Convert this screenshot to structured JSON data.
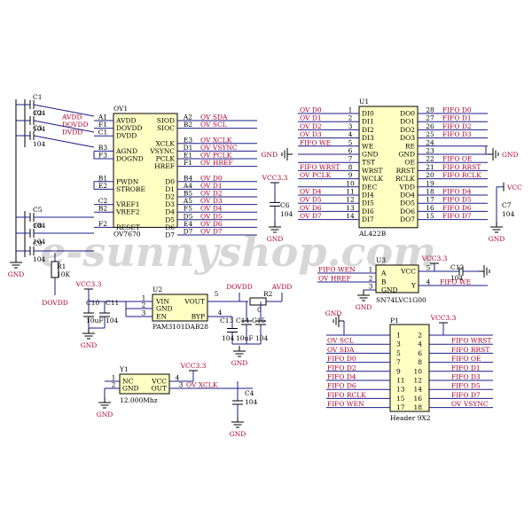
{
  "watermark": "e-sunnyshop.com",
  "colors": {
    "net_label": "#b0002a",
    "wire": "#1b1b8a",
    "chip_fill": "#ffffc4"
  },
  "ov7670": {
    "ref": "OV1",
    "part": "OV7670",
    "left_pins": [
      {
        "num": "A1",
        "name": "AVDD",
        "net": "AVDD"
      },
      {
        "num": "F1",
        "name": "DOVDD",
        "net": "DOVDD"
      },
      {
        "num": "C1",
        "name": "DVDD",
        "net": "DVDD"
      },
      {
        "num": "B3",
        "name": "AGND",
        "net": ""
      },
      {
        "num": "F3",
        "name": "DOGND",
        "net": ""
      },
      {
        "num": "B1",
        "name": "PWDN",
        "net": ""
      },
      {
        "num": "E2",
        "name": "STROBE",
        "net": ""
      },
      {
        "num": "C2",
        "name": "VREF1",
        "net": ""
      },
      {
        "num": "B2",
        "name": "VREF2",
        "net": ""
      },
      {
        "num": "F2",
        "name": "RESET",
        "net": ""
      }
    ],
    "right_pins": [
      {
        "num": "A2",
        "name": "SIOD",
        "net": "OV_SDA"
      },
      {
        "num": "B2",
        "name": "SIOC",
        "net": "OV_SCL"
      },
      {
        "num": "E3",
        "name": "XCLK",
        "net": "OV_XCLK"
      },
      {
        "num": "D1",
        "name": "VSYNC",
        "net": "OV_VSYNC"
      },
      {
        "num": "E1",
        "name": "PCLK",
        "net": "OV_PCLK"
      },
      {
        "num": "F1",
        "name": "HREF",
        "net": "OV_HREF"
      },
      {
        "num": "B4",
        "name": "D0",
        "net": "OV_D0"
      },
      {
        "num": "A4",
        "name": "D1",
        "net": "OV_D1"
      },
      {
        "num": "B5",
        "name": "D2",
        "net": "OV_D2"
      },
      {
        "num": "A5",
        "name": "D3",
        "net": "OV_D3"
      },
      {
        "num": "F5",
        "name": "D4",
        "net": "OV_D4"
      },
      {
        "num": "D5",
        "name": "D5",
        "net": "OV_D5"
      },
      {
        "num": "E4",
        "name": "D6",
        "net": "OV_D6"
      },
      {
        "num": "D7",
        "name": "D7",
        "net": "OV_D7"
      }
    ]
  },
  "caps_left": [
    {
      "ref": "C1",
      "value": "104"
    },
    {
      "ref": "C2",
      "value": "104"
    },
    {
      "ref": "C3",
      "value": "104"
    },
    {
      "ref": "C5",
      "value": "104"
    },
    {
      "ref": "C8",
      "value": "104"
    },
    {
      "ref": "C9",
      "value": "104"
    }
  ],
  "r1": {
    "ref": "R1",
    "value": "10K",
    "net": "DOVDD"
  },
  "gnd": "GND",
  "al422b": {
    "ref": "U1",
    "part": "AL422B",
    "left_pins": [
      {
        "num": "1",
        "name": "DI0",
        "net": "OV_D0"
      },
      {
        "num": "2",
        "name": "DI1",
        "net": "OV_D1"
      },
      {
        "num": "3",
        "name": "DI2",
        "net": "OV_D2"
      },
      {
        "num": "4",
        "name": "DI3",
        "net": "OV_D3"
      },
      {
        "num": "5",
        "name": "WE",
        "net": "FIFO_WE"
      },
      {
        "num": "6",
        "name": "GND",
        "net": ""
      },
      {
        "num": "7",
        "name": "TST",
        "net": ""
      },
      {
        "num": "8",
        "name": "WRST",
        "net": "FIFO_WRST"
      },
      {
        "num": "9",
        "name": "WCLK",
        "net": "OV_PCLK"
      },
      {
        "num": "10",
        "name": "DEC",
        "net": ""
      },
      {
        "num": "11",
        "name": "DI4",
        "net": "OV_D4"
      },
      {
        "num": "12",
        "name": "DI5",
        "net": "OV_D5"
      },
      {
        "num": "13",
        "name": "DI6",
        "net": "OV_D6"
      },
      {
        "num": "14",
        "name": "DI7",
        "net": "OV_D7"
      }
    ],
    "right_pins": [
      {
        "num": "28",
        "name": "DO0",
        "net": "FIFO_D0"
      },
      {
        "num": "27",
        "name": "DO1",
        "net": "FIFO_D1"
      },
      {
        "num": "26",
        "name": "DO2",
        "net": "FIFO_D2"
      },
      {
        "num": "25",
        "name": "DO3",
        "net": "FIFO_D3"
      },
      {
        "num": "24",
        "name": "RE",
        "net": ""
      },
      {
        "num": "23",
        "name": "GND",
        "net": ""
      },
      {
        "num": "22",
        "name": "OE",
        "net": "FIFO_OE"
      },
      {
        "num": "21",
        "name": "RRST",
        "net": "FIFO_RRST"
      },
      {
        "num": "20",
        "name": "RCLK",
        "net": "FIFO_RCLK"
      },
      {
        "num": "19",
        "name": "VDD",
        "net": ""
      },
      {
        "num": "18",
        "name": "DO4",
        "net": "FIFO_D4"
      },
      {
        "num": "17",
        "name": "DO5",
        "net": "FIFO_D5"
      },
      {
        "num": "16",
        "name": "DO6",
        "net": "FIFO_D6"
      },
      {
        "num": "15",
        "name": "DO7",
        "net": "FIFO_D7"
      }
    ],
    "c6": {
      "ref": "C6",
      "value": "104"
    },
    "c7": {
      "ref": "C7",
      "value": "104"
    },
    "vcc_left": "VCC3.3",
    "vcc_right": "VCC"
  },
  "u3": {
    "ref": "U3",
    "part": "SN74LVC1G00",
    "vcc_label": "VCC3.3",
    "pins": [
      {
        "num": "1",
        "name": "A",
        "net": "FIFO_WEN"
      },
      {
        "num": "2",
        "name": "B",
        "net": "OV_HREF"
      },
      {
        "num": "3",
        "name": "GND",
        "net": ""
      },
      {
        "num": "4",
        "name": "Y",
        "net": "FIFO_WE"
      },
      {
        "num": "5",
        "name": "VCC",
        "net": ""
      }
    ],
    "c12": {
      "ref": "C12",
      "value": "104"
    }
  },
  "u2": {
    "ref": "U2",
    "part": "PAM3101DAB28",
    "vcc_label": "VCC3.3",
    "pins": [
      {
        "num": "1",
        "name": "VIN"
      },
      {
        "num": "2",
        "name": "GND"
      },
      {
        "num": "3",
        "name": "EN"
      },
      {
        "num": "4",
        "name": "BYP"
      },
      {
        "num": "5",
        "name": "VOUT"
      }
    ],
    "dovdd": "DOVDD",
    "avdd": "AVDD",
    "r2": {
      "ref": "R2",
      "value": "0"
    },
    "c10": {
      "ref": "C10",
      "value": "10uF"
    },
    "c11": {
      "ref": "C11",
      "value": "104"
    },
    "c13": {
      "ref": "C13",
      "value": "104"
    },
    "c14": {
      "ref": "C14",
      "value": "10uF"
    },
    "c15": {
      "ref": "C15",
      "value": "104"
    }
  },
  "y1": {
    "ref": "Y1",
    "freq": "12.000Mhz",
    "vcc_label": "VCC3.3",
    "pins": [
      {
        "num": "1",
        "name": "NC"
      },
      {
        "num": "2",
        "name": "GND"
      },
      {
        "num": "3",
        "name": "OUT",
        "net": "OV_XCLK"
      },
      {
        "num": "4",
        "name": "VCC"
      }
    ],
    "c4": {
      "ref": "C4",
      "value": "104"
    }
  },
  "header": {
    "ref": "P1",
    "part": "Header 9X2",
    "vcc_label": "VCC3.3",
    "rows": [
      {
        "l": "",
        "ln": "1",
        "rn": "2",
        "r": ""
      },
      {
        "l": "OV_SCL",
        "ln": "3",
        "rn": "4",
        "r": "FIFO_WRST"
      },
      {
        "l": "OV_SDA",
        "ln": "5",
        "rn": "6",
        "r": "FIFO_RRST"
      },
      {
        "l": "FIFO_D0",
        "ln": "7",
        "rn": "8",
        "r": "FIFO_OE"
      },
      {
        "l": "FIFO_D2",
        "ln": "9",
        "rn": "10",
        "r": "FIFO_D1"
      },
      {
        "l": "FIFO_D4",
        "ln": "11",
        "rn": "12",
        "r": "FIFO_D3"
      },
      {
        "l": "FIFO_D6",
        "ln": "13",
        "rn": "14",
        "r": "FIFO_D5"
      },
      {
        "l": "FIFO_RCLK",
        "ln": "15",
        "rn": "16",
        "r": "FIFO_D7"
      },
      {
        "l": "FIFO_WEN",
        "ln": "17",
        "rn": "18",
        "r": "OV_VSYNC"
      }
    ]
  }
}
